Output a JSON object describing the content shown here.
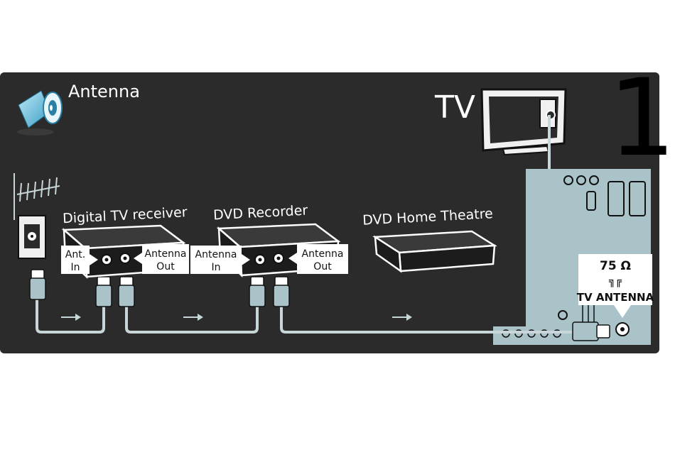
{
  "header": {
    "title": "Antenna",
    "page_number": "1"
  },
  "tv": {
    "label": "TV"
  },
  "devices": {
    "digital_tv_receiver": {
      "label": "Digital TV receiver",
      "in_line1": "Ant.",
      "in_line2": "In",
      "out_line1": "Antenna",
      "out_line2": "Out"
    },
    "dvd_recorder": {
      "label": "DVD Recorder",
      "in_line1": "Antenna",
      "in_line2": "In",
      "out_line1": "Antenna",
      "out_line2": "Out"
    },
    "dvd_home_theatre": {
      "label": "DVD Home Theatre"
    }
  },
  "tv_panel": {
    "impedance": "75 Ω",
    "connector_symbol": "╗╔",
    "port_label": "TV ANTENNA"
  },
  "colors": {
    "background": "#2b2b2b",
    "panel": "#a9c3c9",
    "cable": "#c9d6d9",
    "label_box": "#ffffff"
  }
}
